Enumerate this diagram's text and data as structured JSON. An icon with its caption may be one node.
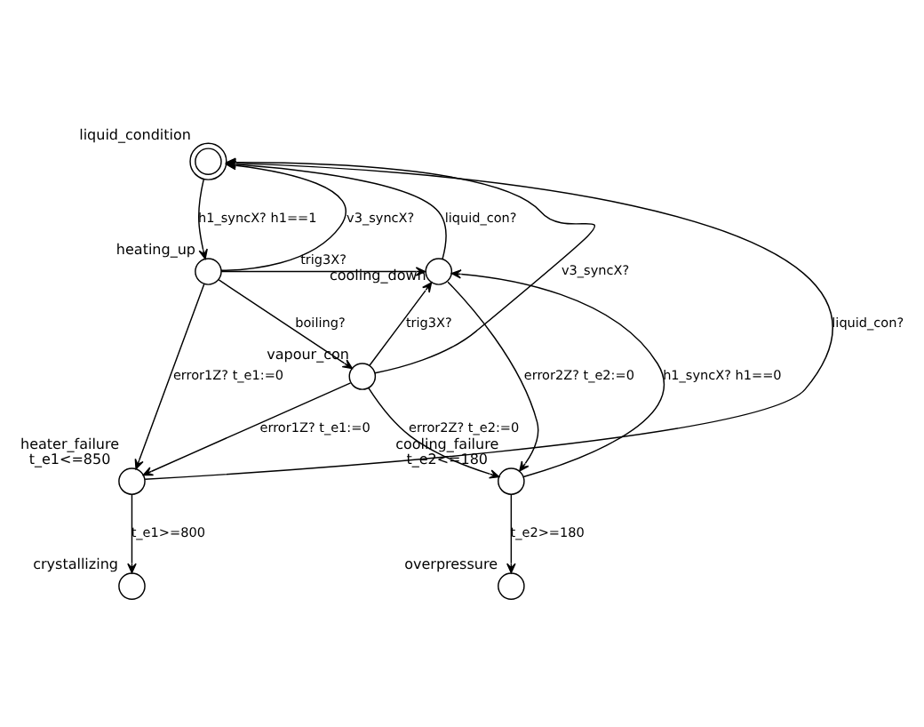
{
  "diagram": {
    "nodes": [
      {
        "text": [],
        "shape": "circle",
        "beside": [
          "liquid_condition"
        ]
      },
      {
        "text": [],
        "shape": "circle",
        "beside": [
          "heating_up"
        ]
      },
      {
        "text": [],
        "shape": "circle",
        "beside": [
          "cooling_down"
        ]
      },
      {
        "text": [],
        "shape": "circle",
        "beside": [
          "vapour_con"
        ]
      },
      {
        "text": [],
        "shape": "circle",
        "beside": [
          "heater_failure",
          "t_e1<=850"
        ]
      },
      {
        "text": [],
        "shape": "circle",
        "beside": [
          "cooling_failure",
          "t_e2<=180"
        ]
      },
      {
        "text": [],
        "shape": "circle",
        "beside": [
          "crystallizing"
        ]
      },
      {
        "text": [],
        "shape": "circle",
        "beside": [
          "overpressure"
        ]
      }
    ],
    "edges": [
      {
        "from": 1,
        "to": 0,
        "arrow": "to",
        "label": "v3_syncX?"
      },
      {
        "from": 0,
        "to": 1,
        "arrow": "to",
        "label": "h1_syncX? h1==1"
      },
      {
        "from": 4,
        "to": 0,
        "arrow": "to",
        "label": "liquid_con?"
      },
      {
        "from": 1,
        "to": 2,
        "arrow": "to",
        "label": "trig3X?"
      },
      {
        "from": 3,
        "to": 0,
        "arrow": "to",
        "label": "v3_syncX?"
      },
      {
        "from": 2,
        "to": 0,
        "arrow": "to",
        "label": "liquid_con?"
      },
      {
        "from": 1,
        "to": 3,
        "arrow": "to",
        "label": "boiling?"
      },
      {
        "from": 3,
        "to": 2,
        "arrow": "to",
        "label": "trig3X?"
      },
      {
        "from": 1,
        "to": 4,
        "arrow": "to",
        "label": "error1Z? t_e1:=0"
      },
      {
        "from": 3,
        "to": 4,
        "arrow": "to",
        "label": "error1Z? t_e1:=0"
      },
      {
        "from": 3,
        "to": 5,
        "arrow": "to",
        "label": "error2Z? t_e2:=0"
      },
      {
        "from": 2,
        "to": 5,
        "arrow": "to",
        "label": "error2Z? t_e2:=0"
      },
      {
        "from": 5,
        "to": 2,
        "arrow": "to",
        "label": "h1_syncX? h1==0"
      },
      {
        "from": 4,
        "to": 6,
        "arrow": "to",
        "label": "t_e1>=800"
      },
      {
        "from": 5,
        "to": 7,
        "arrow": "to",
        "label": "t_e2>=180"
      }
    ]
  }
}
